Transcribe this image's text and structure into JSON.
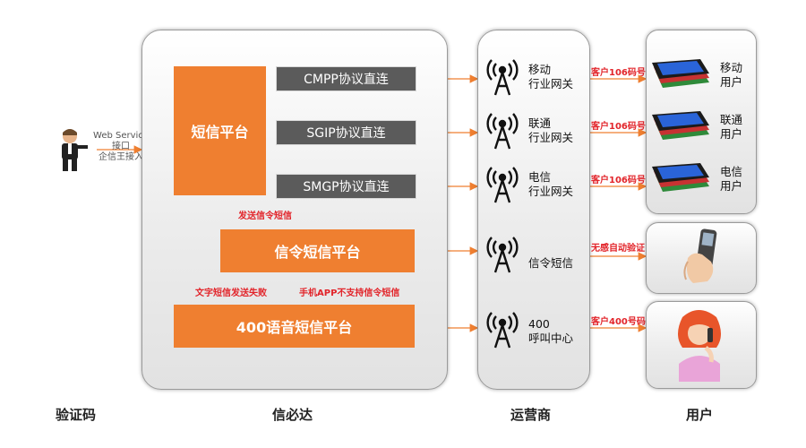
{
  "left": {
    "api_lines": [
      "Web Service",
      "接口",
      "企信王接入"
    ]
  },
  "platform": {
    "main_label": "短信平台",
    "protocols": [
      "CMPP协议直连",
      "SGIP协议直连",
      "SMGP协议直连"
    ],
    "send_signal_label": "发送信令短信",
    "signal_platform_label": "信令短信平台",
    "text_fail_label": "文字短信发送失败",
    "app_unsupported_label": "手机APP不支持信令短信",
    "voice_platform_label": "400语音短信平台"
  },
  "operators": [
    {
      "line1": "移动",
      "line2": "行业网关"
    },
    {
      "line1": "联通",
      "line2": "行业网关"
    },
    {
      "line1": "电信",
      "line2": "行业网关"
    },
    {
      "line1": "",
      "line2": "信令短信"
    },
    {
      "line1": "400",
      "line2": "呼叫中心"
    }
  ],
  "links": [
    "客户106码号",
    "客户106码号",
    "客户106码号",
    "无感自动验证",
    "客户400号码"
  ],
  "users": [
    {
      "line1": "移动",
      "line2": "用户"
    },
    {
      "line1": "联通",
      "line2": "用户"
    },
    {
      "line1": "电信",
      "line2": "用户"
    }
  ],
  "footer": {
    "col1": "验证码",
    "col2": "信必达",
    "col3": "运营商",
    "col4": "用户"
  },
  "colors": {
    "orange": "#ef7f30",
    "dark_gray": "#5b5b5b",
    "red_label": "#e2242a",
    "arrow": "#ef7f30"
  }
}
